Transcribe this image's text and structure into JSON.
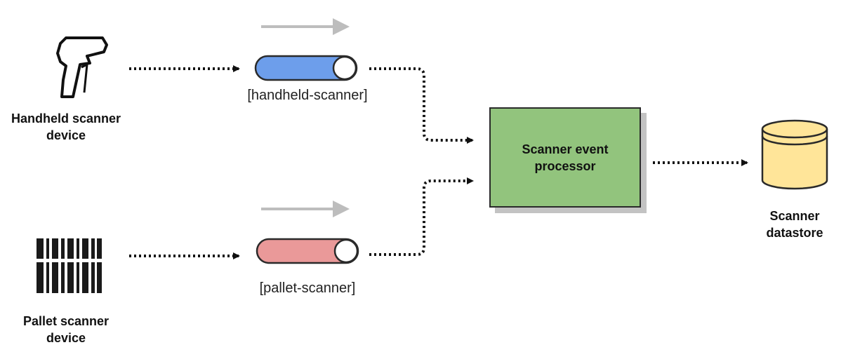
{
  "nodes": {
    "handheld_device": {
      "label_line1": "Handheld scanner",
      "label_line2": "device",
      "icon": "barcode-scanner-gun-icon"
    },
    "pallet_device": {
      "label_line1": "Pallet scanner",
      "label_line2": "device",
      "icon": "barcode-icon"
    },
    "handheld_topic": {
      "label": "[handheld-scanner]",
      "fill": "#6d9eeb"
    },
    "pallet_topic": {
      "label": "[pallet-scanner]",
      "fill": "#ea9999"
    },
    "processor": {
      "label": "Scanner event processor",
      "fill": "#92c47d"
    },
    "datastore": {
      "label_line1": "Scanner",
      "label_line2": "datastore",
      "fill": "#ffe599",
      "icon": "database-icon"
    }
  },
  "colors": {
    "stroke": "#2a2a2a",
    "arrow": "#111111",
    "flow_indicator": "#bdbdbd",
    "shadow": "#c3c3c3"
  }
}
